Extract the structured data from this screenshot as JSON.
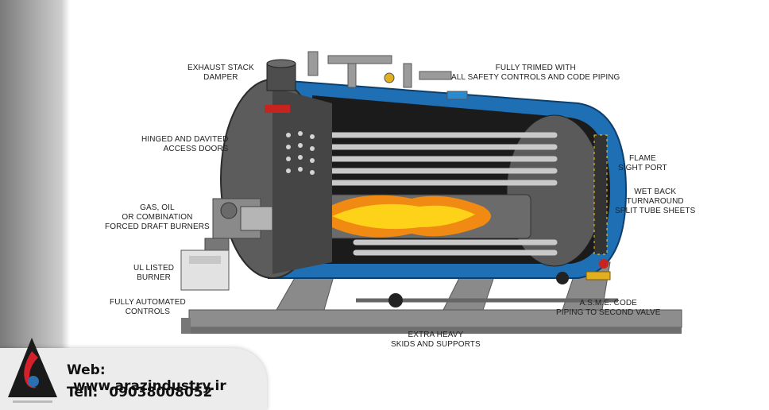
{
  "labels": {
    "exhaust": [
      "EXHAUST STACK",
      "DAMPER"
    ],
    "trimmed": [
      "FULLY TRIMED WITH",
      "ALL SAFETY CONTROLS AND CODE PIPING"
    ],
    "hinged": [
      "HINGED AND DAVITED",
      "ACCESS DOORS"
    ],
    "burners": [
      "GAS, OIL",
      "OR COMBINATION",
      "FORCED DRAFT BURNERS"
    ],
    "ul": [
      "UL LISTED",
      "BURNER"
    ],
    "automated": [
      "FULLY AUTOMATED",
      "CONTROLS"
    ],
    "flame": [
      "FLAME",
      "SIGHT PORT"
    ],
    "wetback": [
      "WET BACK",
      "TURNAROUND",
      "SPLIT TUBE SHEETS"
    ],
    "asme": [
      "A.S.M.E. CODE",
      "PIPING TO SECOND VALVE"
    ],
    "skids": [
      "EXTRA HEAVY",
      "SKIDS AND SUPPORTS"
    ]
  },
  "contact": {
    "web_label": "Web:",
    "web_value": "www.arazindustry.ir",
    "tel_label": "Tell:",
    "tel_value": "09038008052"
  },
  "colors": {
    "shell_blue": "#1f6fb5",
    "flame_yellow": "#ffd21a",
    "flame_orange": "#f08a12",
    "logo_red": "#d4202a"
  },
  "icons": [
    "boiler-cutaway-illustration",
    "araz-logo"
  ]
}
